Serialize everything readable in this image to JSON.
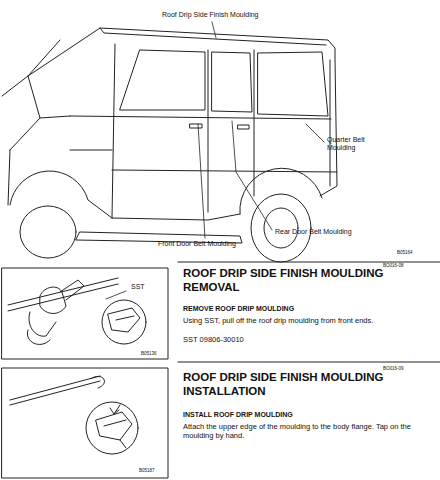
{
  "diagram": {
    "labels": [
      "Roof Drip Side Finish Moulding",
      "Quarter Belt Moulding",
      "Rear Door Belt Moulding",
      "Front Door Belt Moulding",
      "B05164",
      "BO016-08",
      "ROOF DRIP SIDE FINISH MOULDING REMOVAL",
      "SST",
      "REMOVE ROOF DRIP MOULDING",
      "Using SST, pull off the roof drip moulding from front ends.",
      "SST 09806-30010",
      "B05136",
      "BO016-09",
      "ROOF DRIP SIDE FINISH MOULDING INSTALLATION",
      "INSTALL ROOF DRIP MOULDING",
      "Attach the upper edge of the moulding to the body flange. Tap on the moulding by hand.",
      "B05187"
    ]
  }
}
